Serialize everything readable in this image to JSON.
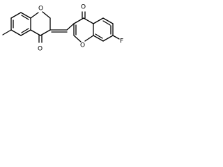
{
  "molecule": {
    "left_ring_oxygen": "O",
    "left_carbonyl_oxygen": "O",
    "right_ring_oxygen": "O",
    "right_carbonyl_oxygen": "O",
    "fluorine": "F"
  }
}
